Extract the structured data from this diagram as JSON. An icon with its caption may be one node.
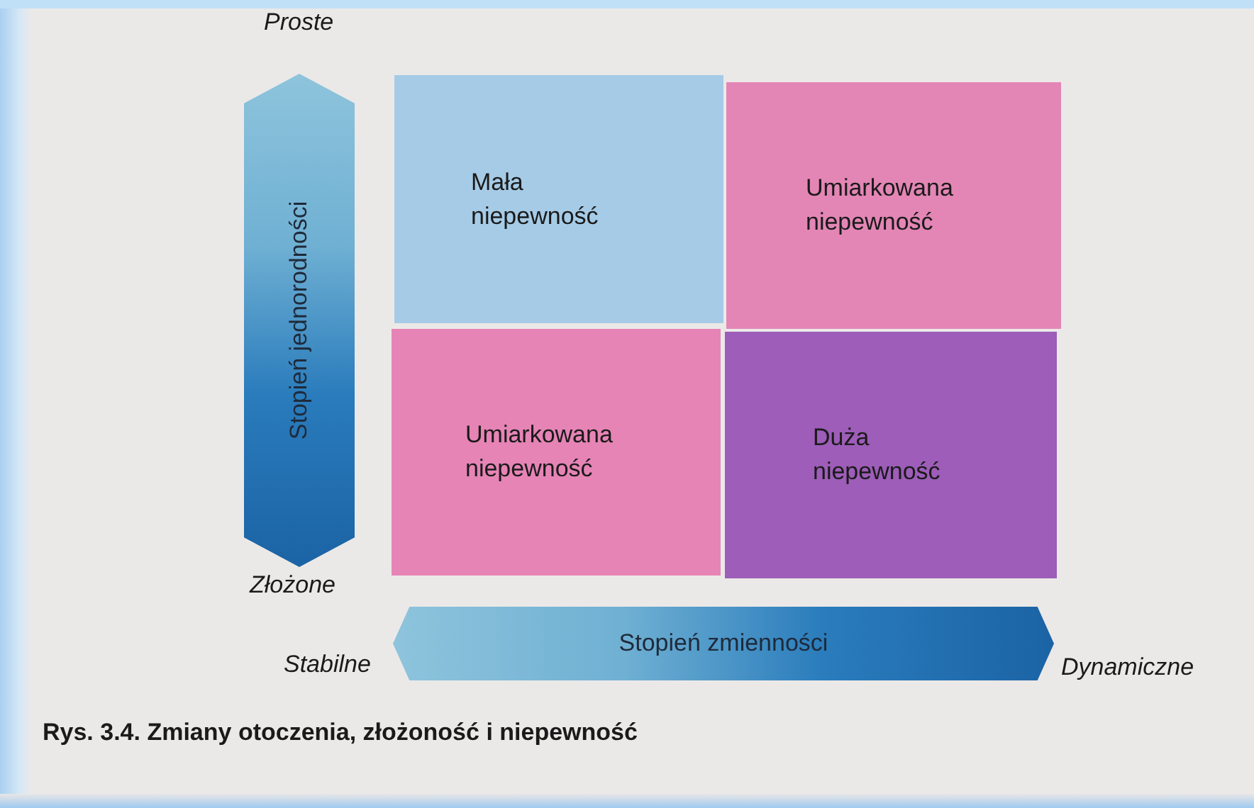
{
  "diagram": {
    "caption": "Rys. 3.4. Zmiany otoczenia, złożoność i niepewność",
    "nodes": [
      {
        "text": [
          "Stopień jednorodności"
        ],
        "beside": [
          "Proste",
          "Złożone"
        ]
      },
      {
        "text": [
          "Mała niepewność"
        ]
      },
      {
        "text": [
          "Umiarkowana niepewność"
        ]
      },
      {
        "text": [
          "Umiarkowana niepewność"
        ]
      },
      {
        "text": [
          "Duża niepewność"
        ]
      },
      {
        "text": [
          "Stopień zmienności"
        ],
        "beside": [
          "Stabilne",
          "Dynamiczne"
        ]
      }
    ]
  }
}
